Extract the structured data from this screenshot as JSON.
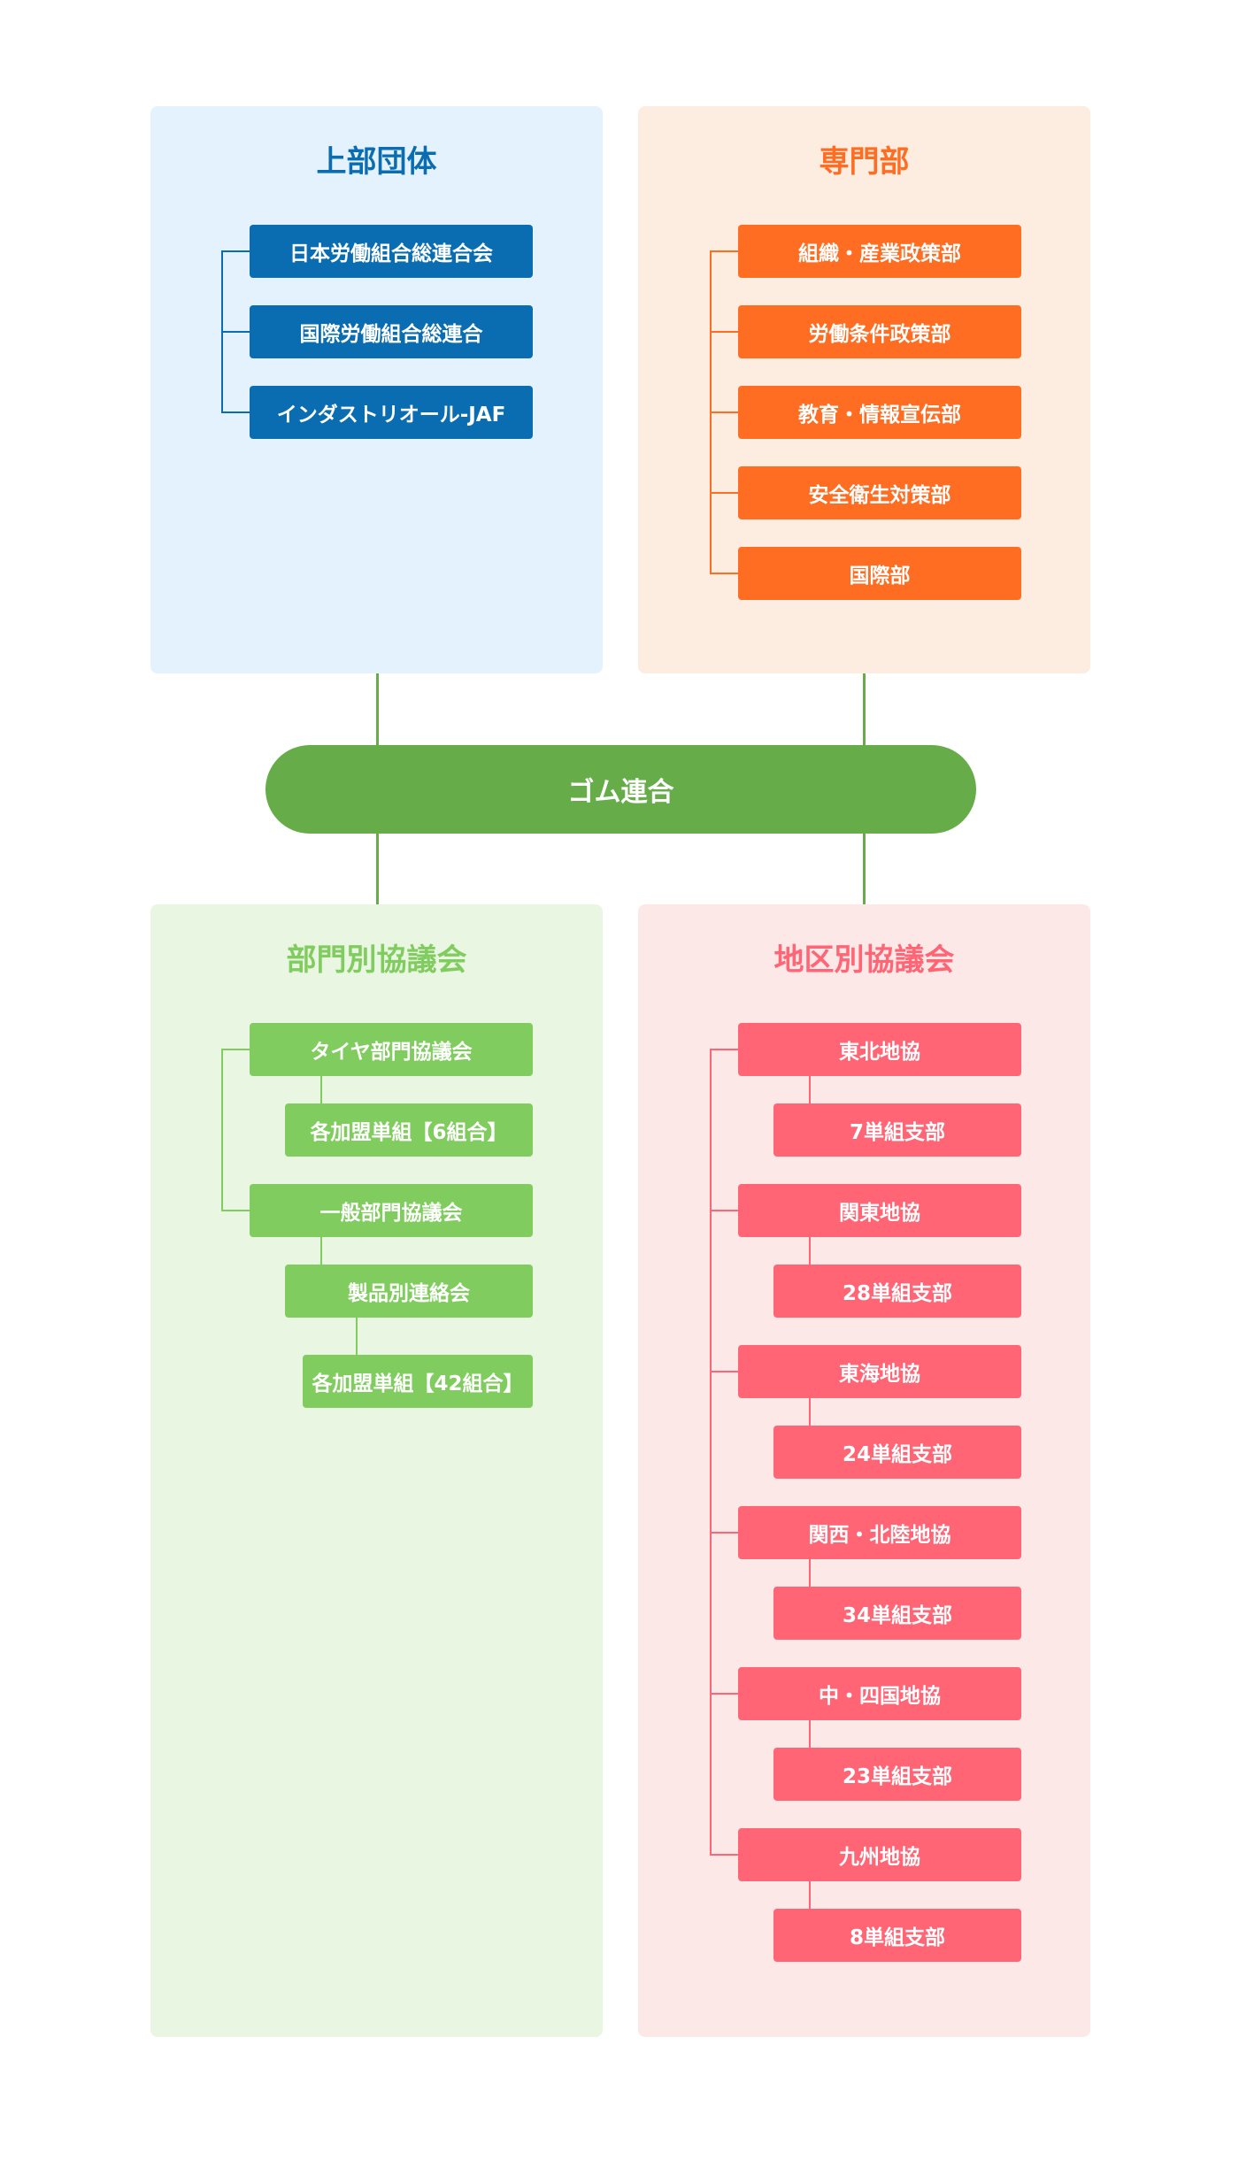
{
  "center": {
    "label": "ゴム連合"
  },
  "upper": {
    "title": "上部団体",
    "items": [
      "日本労働組合総連合会",
      "国際労働組合総連合",
      "インダストリオール-JAF"
    ]
  },
  "specialist": {
    "title": "専門部",
    "items": [
      "組織・産業政策部",
      "労働条件政策部",
      "教育・情報宣伝部",
      "安全衛生対策部",
      "国際部"
    ]
  },
  "division": {
    "title": "部門別協議会",
    "items": [
      {
        "label": "タイヤ部門協議会",
        "children": [
          {
            "label": "各加盟単組【6組合】",
            "children": []
          }
        ]
      },
      {
        "label": "一般部門協議会",
        "children": [
          {
            "label": "製品別連絡会",
            "children": [
              {
                "label": "各加盟単組【42組合】"
              }
            ]
          }
        ]
      }
    ]
  },
  "region": {
    "title": "地区別協議会",
    "items": [
      {
        "label": "東北地協",
        "child": "7単組支部"
      },
      {
        "label": "関東地協",
        "child": "28単組支部"
      },
      {
        "label": "東海地協",
        "child": "24単組支部"
      },
      {
        "label": "関西・北陸地協",
        "child": "34単組支部"
      },
      {
        "label": "中・四国地協",
        "child": "23単組支部"
      },
      {
        "label": "九州地協",
        "child": "8単組支部"
      }
    ]
  },
  "colors": {
    "upper_bg": "#e3f2fc",
    "upper_accent": "#0a6db1",
    "specialist_bg": "#fdece0",
    "specialist_accent": "#ff6d22",
    "division_bg": "#e8f6e2",
    "division_accent": "#80cc5e",
    "region_bg": "#fde8e8",
    "region_accent": "#ff6575",
    "hub": "#66ad4a"
  }
}
